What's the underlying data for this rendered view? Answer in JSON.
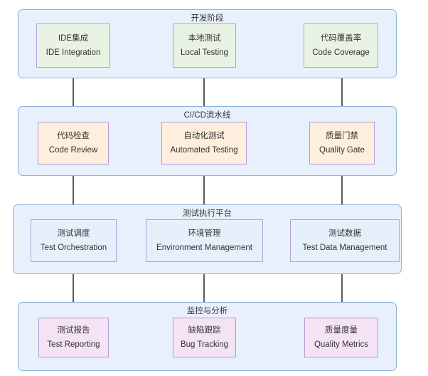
{
  "diagram": {
    "title_visible": false,
    "colors": {
      "cluster_fill": "#e8f0fb",
      "cluster_stroke": "#8cb3d9",
      "node_stroke": "#b39ddb",
      "green_fill": "#e9f3e3",
      "orange_fill": "#fdeedd",
      "blue_fill": "#e6f0fb",
      "pink_fill": "#f4e2f5",
      "edge_stroke": "#333333",
      "text": "#333333"
    },
    "clusters": [
      {
        "id": "dev-stage",
        "title": "开发阶段",
        "nodes": [
          {
            "id": "ide-integration",
            "cn": "IDE集成",
            "en": "IDE Integration",
            "fill": "green"
          },
          {
            "id": "local-testing",
            "cn": "本地测试",
            "en": "Local Testing",
            "fill": "green"
          },
          {
            "id": "code-coverage",
            "cn": "代码覆盖率",
            "en": "Code Coverage",
            "fill": "green"
          }
        ]
      },
      {
        "id": "cicd-pipeline",
        "title": "CI/CD流水线",
        "nodes": [
          {
            "id": "code-review",
            "cn": "代码检查",
            "en": "Code Review",
            "fill": "orange"
          },
          {
            "id": "automated-testing",
            "cn": "自动化测试",
            "en": "Automated Testing",
            "fill": "orange"
          },
          {
            "id": "quality-gate",
            "cn": "质量门禁",
            "en": "Quality Gate",
            "fill": "orange"
          }
        ]
      },
      {
        "id": "test-execution-platform",
        "title": "测试执行平台",
        "nodes": [
          {
            "id": "test-orchestration",
            "cn": "测试调度",
            "en": "Test Orchestration",
            "fill": "blue"
          },
          {
            "id": "environment-management",
            "cn": "环境管理",
            "en": "Environment Management",
            "fill": "blue"
          },
          {
            "id": "test-data-management",
            "cn": "测试数据",
            "en": "Test Data Management",
            "fill": "blue"
          }
        ]
      },
      {
        "id": "monitoring-analysis",
        "title": "监控与分析",
        "nodes": [
          {
            "id": "test-reporting",
            "cn": "测试报告",
            "en": "Test Reporting",
            "fill": "pink"
          },
          {
            "id": "bug-tracking",
            "cn": "缺陷跟踪",
            "en": "Bug Tracking",
            "fill": "pink"
          },
          {
            "id": "quality-metrics",
            "cn": "质量度量",
            "en": "Quality Metrics",
            "fill": "pink"
          }
        ]
      }
    ],
    "edges": [
      {
        "from": "ide-integration",
        "to": "code-review"
      },
      {
        "from": "local-testing",
        "to": "automated-testing"
      },
      {
        "from": "code-coverage",
        "to": "quality-gate"
      },
      {
        "from": "code-review",
        "to": "test-orchestration"
      },
      {
        "from": "automated-testing",
        "to": "environment-management"
      },
      {
        "from": "quality-gate",
        "to": "test-data-management"
      },
      {
        "from": "test-orchestration",
        "to": "test-reporting"
      },
      {
        "from": "environment-management",
        "to": "bug-tracking"
      },
      {
        "from": "test-data-management",
        "to": "quality-metrics"
      }
    ]
  }
}
